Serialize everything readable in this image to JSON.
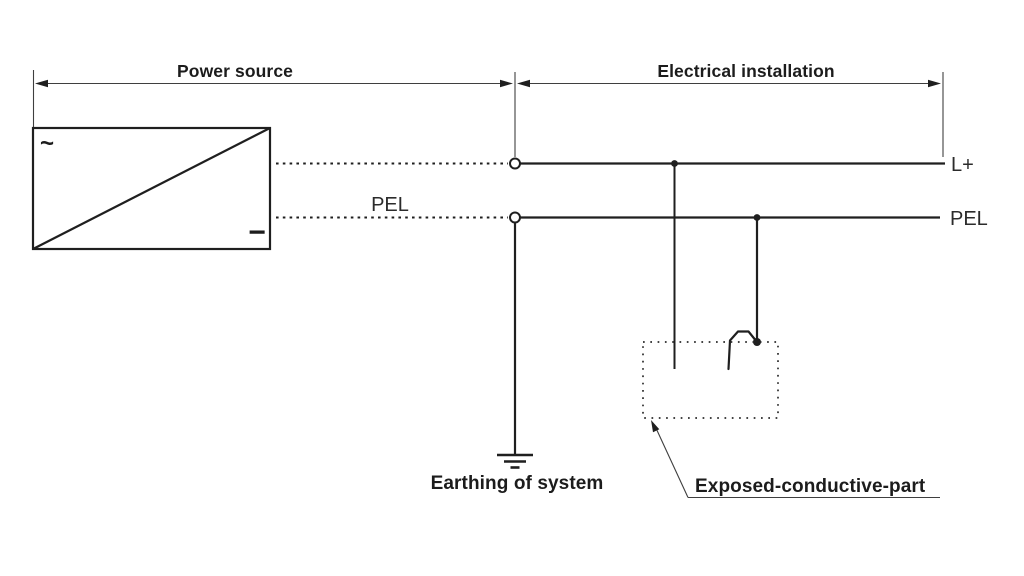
{
  "diagram": {
    "header": {
      "power_source_label": "Power source",
      "electrical_installation_label": "Electrical installation"
    },
    "power_source": {
      "ac_symbol": "~",
      "dc_symbol": "−"
    },
    "conductors": {
      "pel_source_label": "PEL",
      "l_plus_label": "L+",
      "pel_label": "PEL"
    },
    "earthing": {
      "label": "Earthing of system"
    },
    "exposed_conductive_part": {
      "label": "Exposed-conductive-part"
    },
    "symbols": {
      "earth_ground_icon": "⏚",
      "terminal_node": "○",
      "junction_dot": "●"
    },
    "colors": {
      "background": "#ffffff",
      "line": "#1f1f1f",
      "dimension_line": "#3f3f3f",
      "text": "#1c1c1c"
    }
  }
}
